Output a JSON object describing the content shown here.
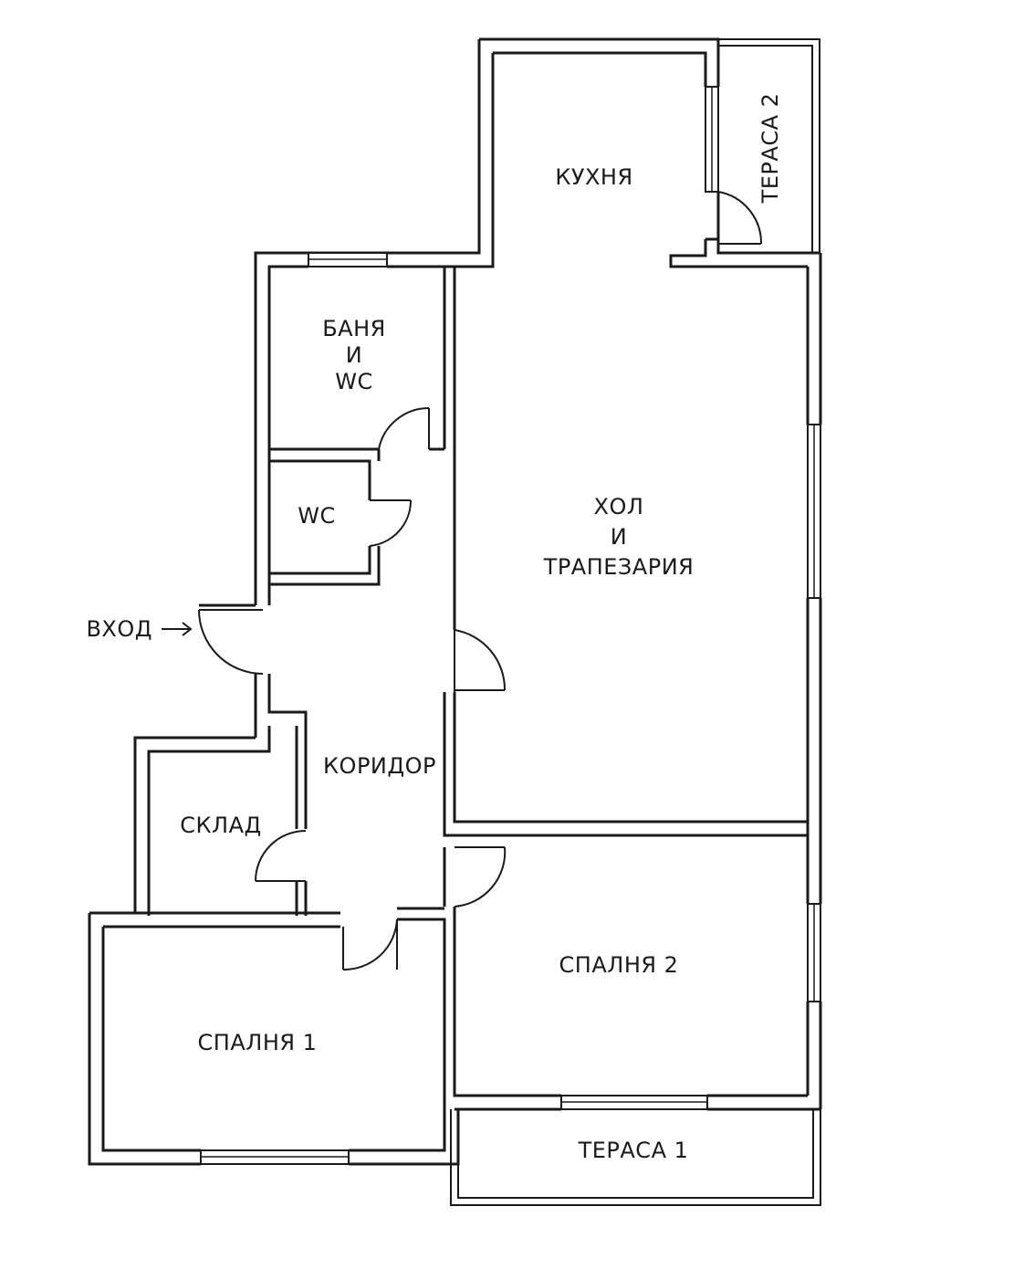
{
  "rooms": {
    "kitchen": "КУХНЯ",
    "terrace2": "ТЕРАСА 2",
    "bath_line1": "БАНЯ",
    "bath_line2": "И",
    "bath_line3": "WC",
    "wc": "WC",
    "hall_line1": "ХОЛ",
    "hall_line2": "И",
    "hall_line3": "ТРАПЕЗАРИЯ",
    "entrance": "ВХОД",
    "corridor": "КОРИДОР",
    "storage": "СКЛАД",
    "bedroom2": "СПАЛНЯ 2",
    "bedroom1": "СПАЛНЯ 1",
    "terrace1": "ТЕРАСА 1"
  }
}
